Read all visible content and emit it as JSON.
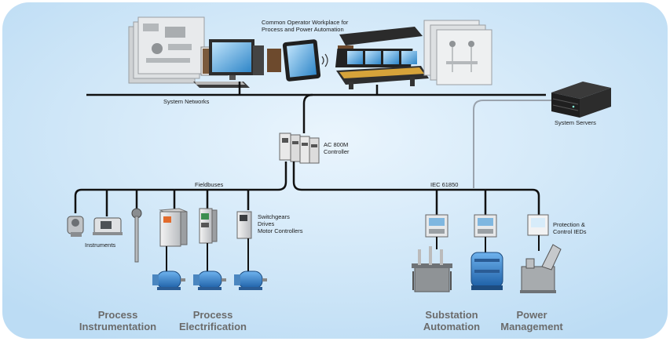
{
  "labels": {
    "workplace_line1": "Common Operator Workplace for",
    "workplace_line2": "Process and Power Automation",
    "system_networks": "System Networks",
    "system_servers": "System Servers",
    "controller_line1": "AC 800M",
    "controller_line2": "Controller",
    "fieldbuses": "Fieldbuses",
    "iec": "IEC 61850",
    "instruments": "Instruments",
    "switchgears_line1": "Switchgears",
    "switchgears_line2": "Drives",
    "switchgears_line3": "Motor Controllers",
    "protection_line1": "Protection &",
    "protection_line2": "Control IEDs"
  },
  "sections": {
    "process_instr_line1": "Process",
    "process_instr_line2": "Instrumentation",
    "process_elec_line1": "Process",
    "process_elec_line2": "Electrification",
    "substation_line1": "Substation",
    "substation_line2": "Automation",
    "power_line1": "Power",
    "power_line2": "Management"
  },
  "colors": {
    "background_panel": "#cfe6f8",
    "network_line": "#111111",
    "server_link": "#9aa3ad",
    "section_text": "#6b6b6b",
    "motor_blue": "#2f7fd0"
  }
}
